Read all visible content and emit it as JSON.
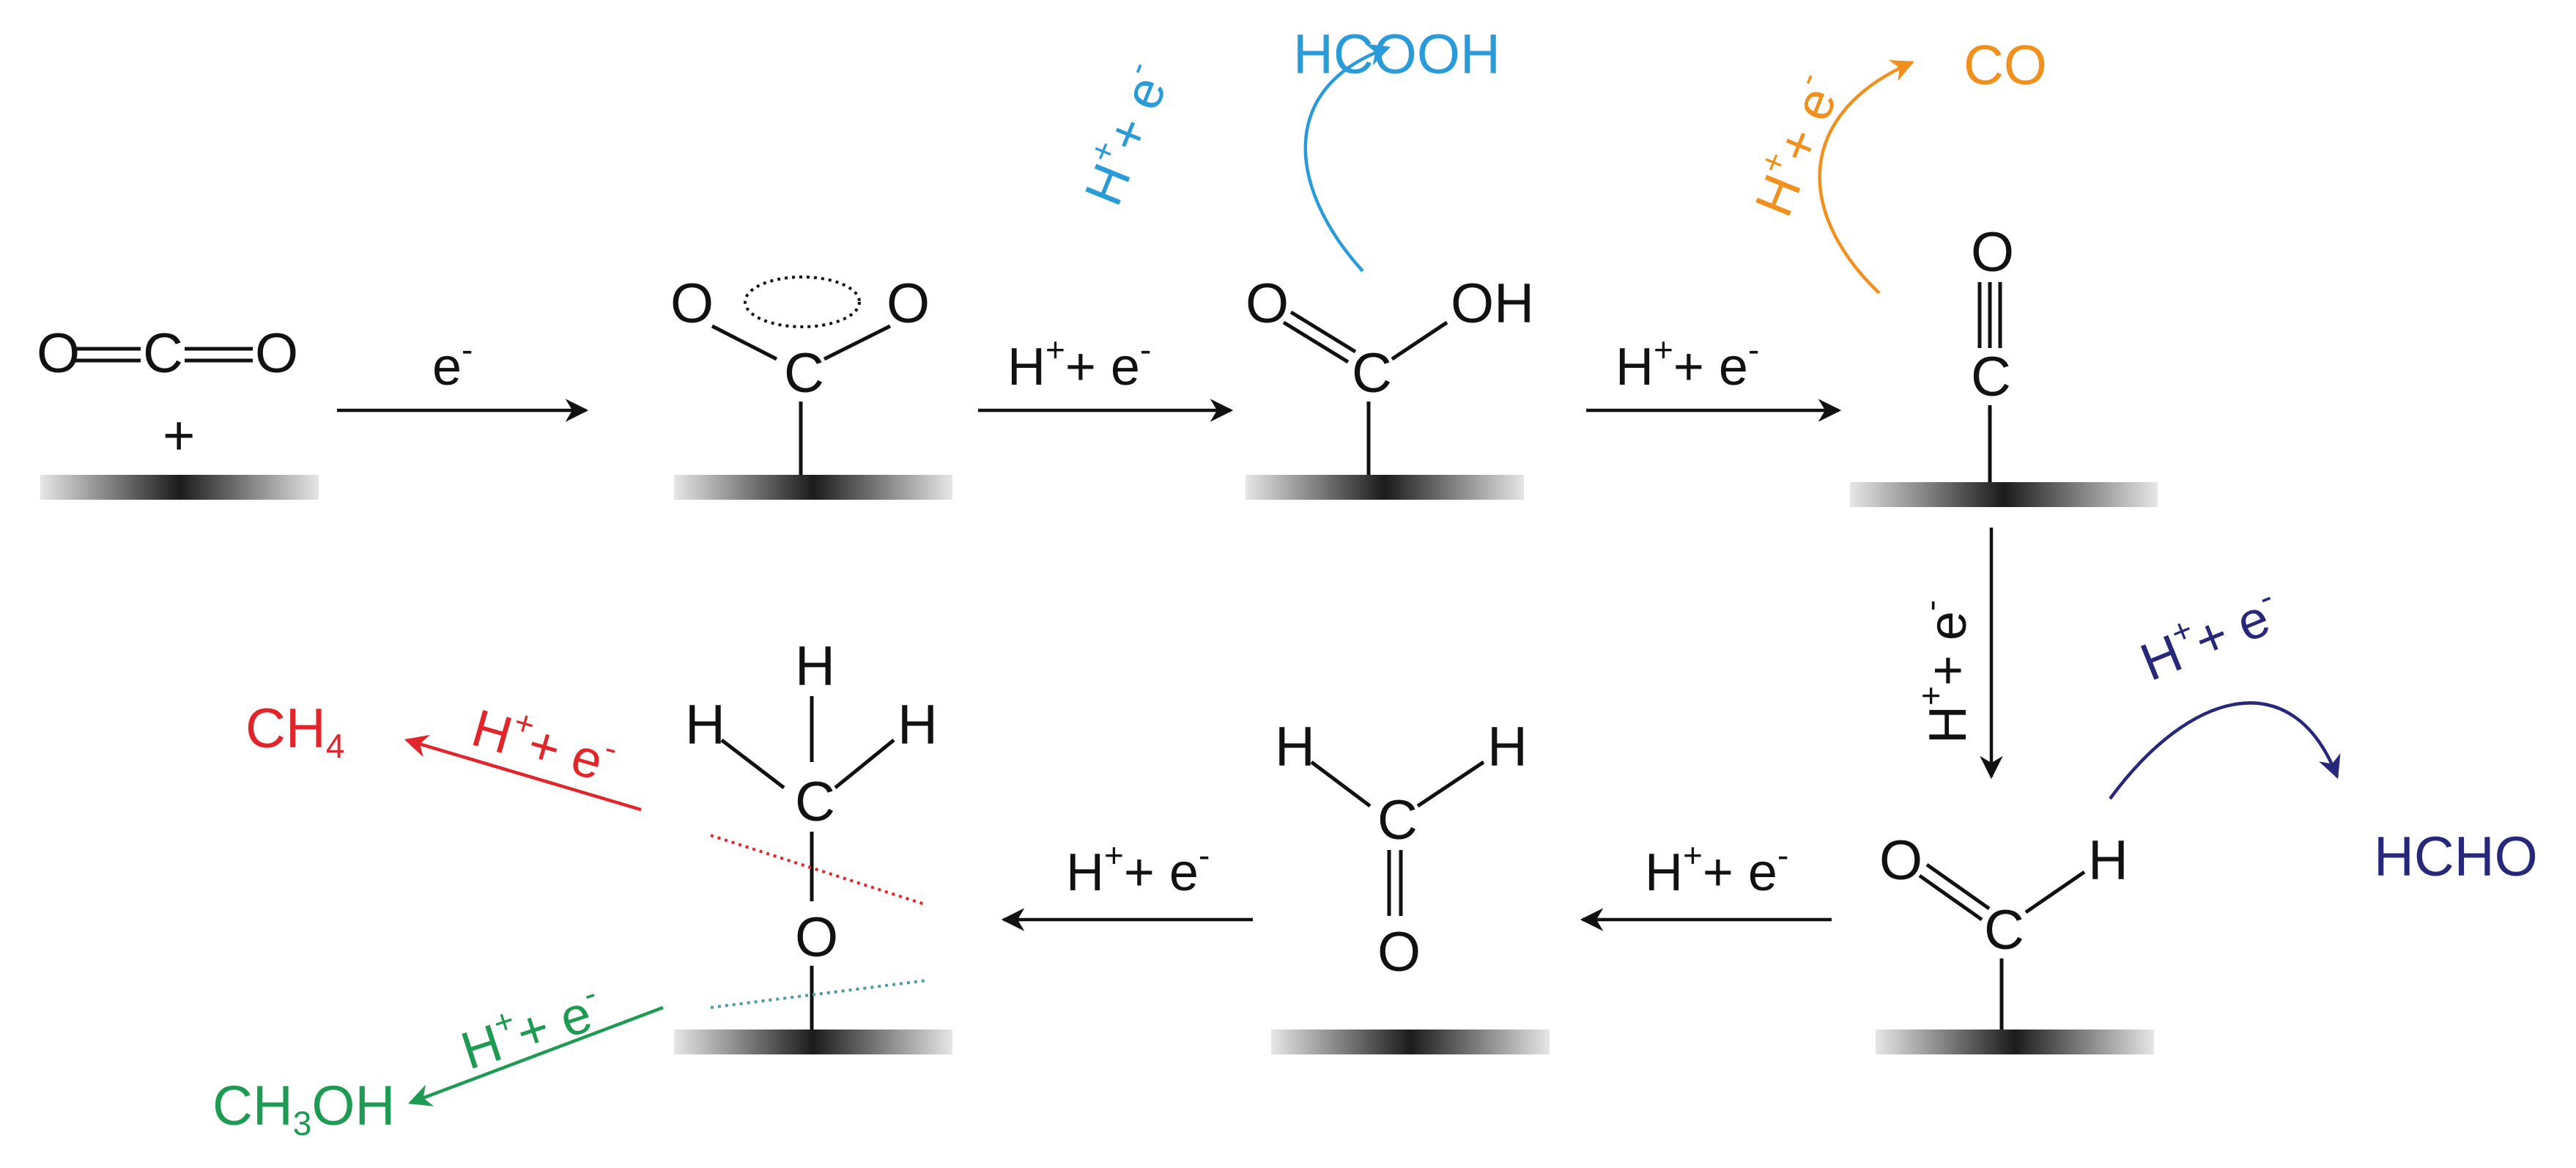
{
  "colors": {
    "ink": "#111111",
    "hcooh": "#2a9ad8",
    "co": "#f0901e",
    "hcho": "#27287a",
    "ch4": "#e0262b",
    "ch3oh": "#1f9a52",
    "ch3oh_dotted": "#4f9a9a"
  },
  "steps": {
    "s1": {
      "e": "e",
      "e_sup": "-"
    },
    "step_label": {
      "h": "H",
      "plus_sup": "+",
      "mid": "+ e",
      "e_sup": "-"
    }
  },
  "species": {
    "co2_free": {
      "o1": "O",
      "c": "C",
      "o2": "O",
      "plus": "+"
    },
    "co2_ads": {
      "o1": "O",
      "o2": "O",
      "c": "C"
    },
    "cooh": {
      "o": "O",
      "oh": "OH",
      "c": "C"
    },
    "co": {
      "o": "O",
      "c": "C"
    },
    "cho": {
      "o": "O",
      "c": "C",
      "h": "H"
    },
    "ch2o": {
      "h1": "H",
      "h2": "H",
      "c": "C",
      "o": "O"
    },
    "ch3o": {
      "h_top": "H",
      "h_left": "H",
      "h_right": "H",
      "c": "C",
      "o": "O"
    }
  },
  "products": {
    "hcooh": "HCOOH",
    "co": "CO",
    "hcho": "HCHO",
    "ch4_main": "CH",
    "ch4_sub": "4",
    "ch3oh_a": "CH",
    "ch3oh_sub": "3",
    "ch3oh_b": "OH"
  }
}
